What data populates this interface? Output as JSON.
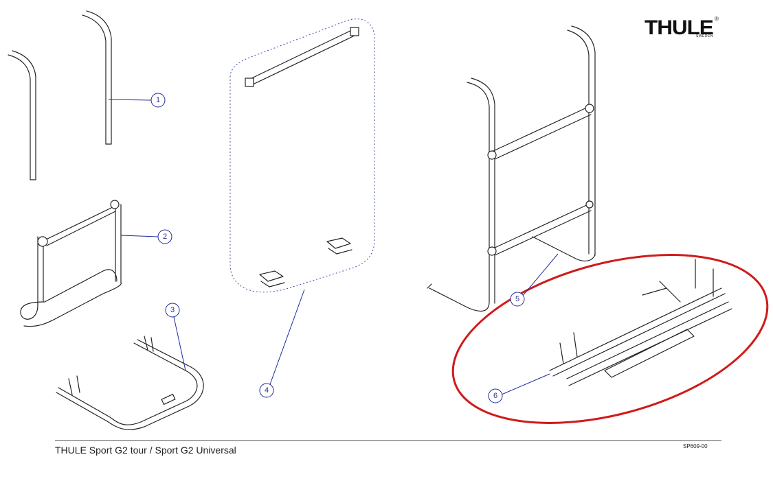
{
  "brand": {
    "logo_text": "THULE",
    "registered_mark": "®",
    "logo_subtext": "SWEDEN"
  },
  "footer": {
    "title": "THULE Sport G2 tour / Sport G2 Universal",
    "code": "SP609-00"
  },
  "callouts": [
    {
      "id": "1",
      "label": "1"
    },
    {
      "id": "2",
      "label": "2"
    },
    {
      "id": "3",
      "label": "3"
    },
    {
      "id": "4",
      "label": "4"
    },
    {
      "id": "5",
      "label": "5"
    },
    {
      "id": "6",
      "label": "6"
    }
  ],
  "colors": {
    "callout": "#1c2a9c",
    "highlight": "#d11a1a",
    "line": "#222222"
  }
}
